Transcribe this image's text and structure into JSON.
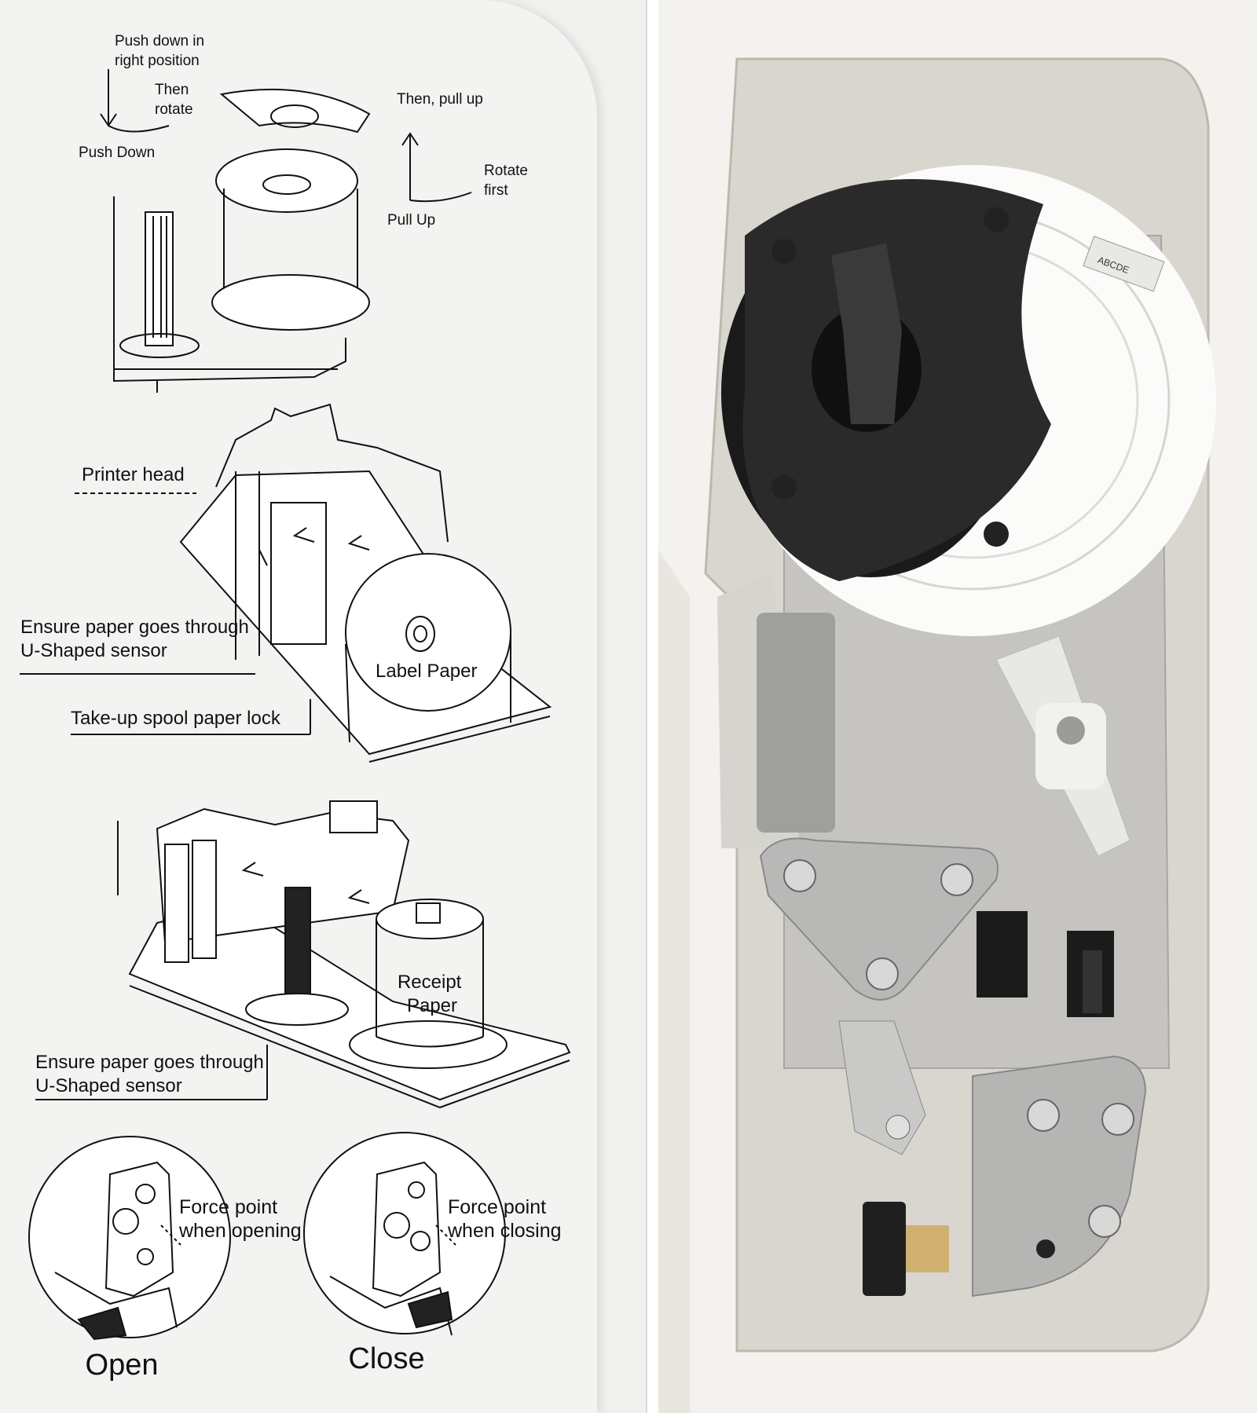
{
  "diagram": {
    "step1": {
      "push_down_in_right_position": "Push down in right position",
      "then_rotate": "Then rotate",
      "push_down": "Push Down",
      "then_pull_up": "Then, pull up",
      "rotate_first": "Rotate first",
      "pull_up": "Pull Up"
    },
    "step2": {
      "printer_head": "Printer head",
      "ensure_sensor": "Ensure paper goes through U-Shaped sensor",
      "label_paper": "Label Paper",
      "take_up_spool_lock": "Take-up spool paper lock"
    },
    "step3": {
      "receipt_paper": "Receipt Paper",
      "ensure_sensor": "Ensure paper goes through U-Shaped sensor"
    },
    "step4": {
      "force_open": "Force point when opening",
      "force_close": "Force point when closing",
      "open": "Open",
      "close": "Close"
    }
  },
  "photo": {
    "scale_letters": "ABCDE"
  }
}
